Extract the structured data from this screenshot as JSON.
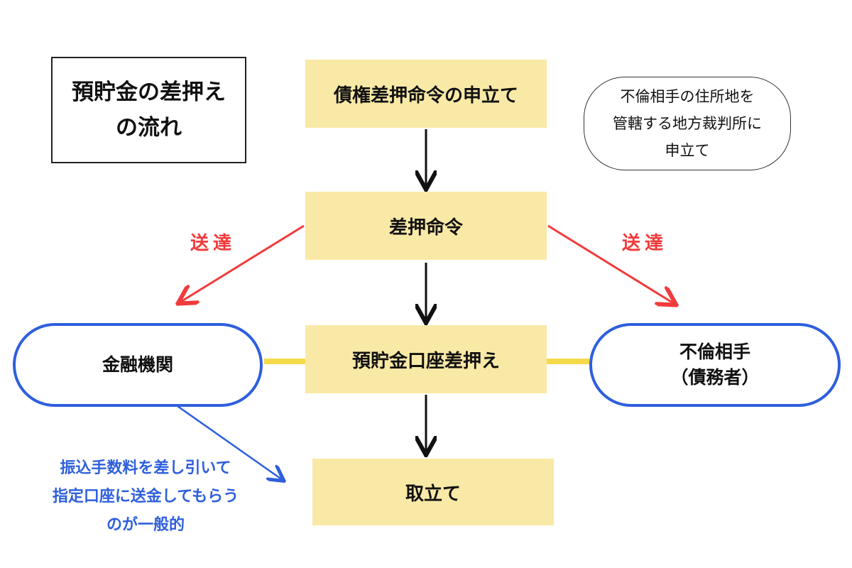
{
  "title": {
    "line1": "預貯金の差押え",
    "line2": "の流れ"
  },
  "steps": {
    "application": "債権差押命令の申立て",
    "order": "差押命令",
    "seizure": "預貯金口座差押え",
    "collection": "取立て"
  },
  "note": {
    "line1": "不倫相手の住所地を",
    "line2": "管轄する地方裁判所に",
    "line3": "申立て"
  },
  "delivery_left": "送達",
  "delivery_right": "送達",
  "bank": "金融機関",
  "debtor": {
    "line1": "不倫相手",
    "line2": "（債務者）"
  },
  "transfer_note": {
    "line1": "振込手数料を差し引いて",
    "line2": "指定口座に送金してもらう",
    "line3": "のが一般的"
  },
  "colors": {
    "step_fill": "#f9e9a6",
    "delivery_red": "#f23b3b",
    "entity_blue": "#2e5fdc",
    "connector_yellow": "#f5d94a"
  }
}
